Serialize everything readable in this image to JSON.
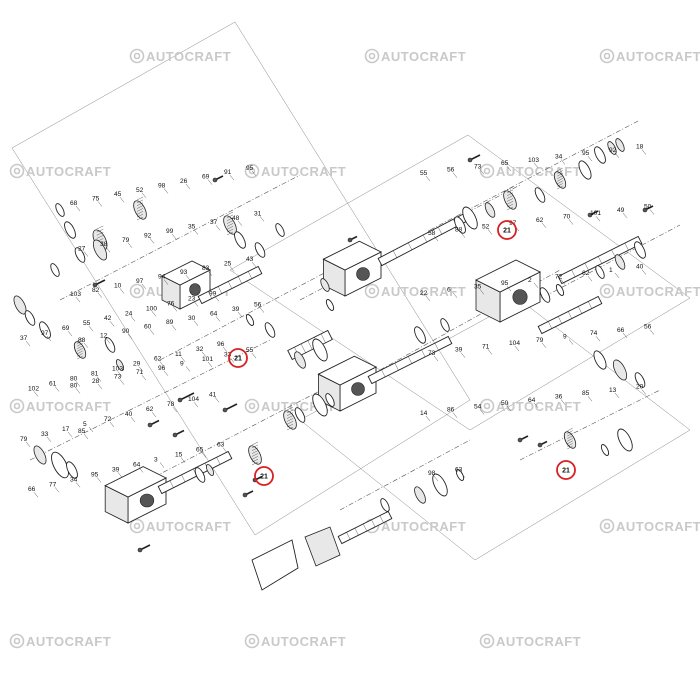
{
  "watermark": {
    "text": "AUTOCRAFT"
  },
  "highlight_label": "21",
  "callouts": {
    "a": [
      "68",
      "75",
      "45",
      "52",
      "98",
      "26",
      "69",
      "91",
      "95",
      "27",
      "38",
      "79",
      "92",
      "99",
      "35",
      "37",
      "48",
      "31",
      "103",
      "82",
      "10",
      "97",
      "94",
      "93",
      "83",
      "25",
      "43",
      "88",
      "12",
      "90",
      "60",
      "89",
      "30",
      "64",
      "39",
      "56",
      "80",
      "28",
      "73",
      "71",
      "96",
      "9",
      "101",
      "33",
      "55",
      "85"
    ],
    "b": [
      "37",
      "97",
      "69",
      "55",
      "42",
      "24",
      "100",
      "76",
      "23",
      "99",
      "102",
      "61",
      "80",
      "81",
      "103",
      "29",
      "62",
      "11",
      "32",
      "96",
      "79",
      "33",
      "17",
      "5",
      "72",
      "40",
      "62",
      "78",
      "104",
      "41",
      "66",
      "77",
      "34",
      "95",
      "39",
      "64",
      "3",
      "15",
      "65",
      "63"
    ],
    "c": [
      "55",
      "56",
      "73",
      "65",
      "103",
      "34",
      "95",
      "92",
      "18",
      "58",
      "88",
      "52",
      "97",
      "62",
      "70",
      "101",
      "49",
      "50",
      "22",
      "6",
      "35",
      "95",
      "2",
      "72",
      "62",
      "1",
      "40",
      "73",
      "39",
      "71",
      "104",
      "79",
      "9",
      "74",
      "66",
      "56",
      "14",
      "86",
      "54",
      "50",
      "64",
      "36",
      "85",
      "13",
      "20",
      "98",
      "63"
    ]
  }
}
